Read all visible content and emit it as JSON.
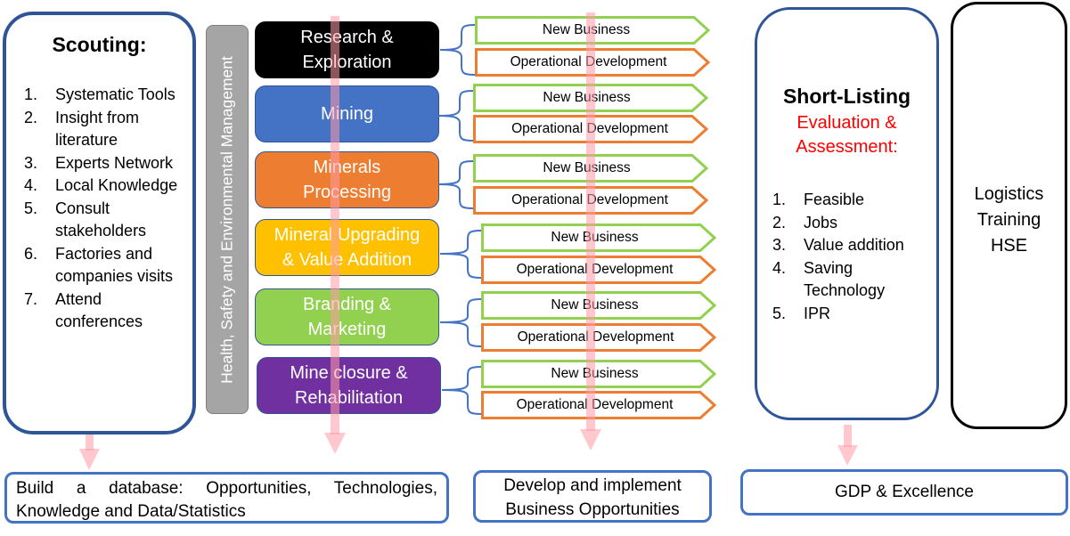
{
  "scouting": {
    "title": "Scouting:",
    "items": [
      {
        "num": "1.",
        "text": "Systematic Tools"
      },
      {
        "num": "2.",
        "text": "Insight from literature"
      },
      {
        "num": "3.",
        "text": "Experts Network"
      },
      {
        "num": "4.",
        "text": "Local Knowledge"
      },
      {
        "num": "5.",
        "text": "Consult stakeholders"
      },
      {
        "num": "6.",
        "text": "Factories and companies visits"
      },
      {
        "num": "7.",
        "text": "Attend conferences"
      }
    ]
  },
  "hse_bar": {
    "label": "Health, Safety and Environmental Management",
    "color": "#a5a5a5"
  },
  "stages": [
    {
      "label_line1": "Research &",
      "label_line2": "Exploration",
      "color": "#000000",
      "text_color": "#ffffff"
    },
    {
      "label_line1": "Mining",
      "label_line2": "",
      "color": "#4472c4",
      "text_color": "#ffffff"
    },
    {
      "label_line1": "Minerals",
      "label_line2": "Processing",
      "color": "#ed7d31",
      "text_color": "#ffffff"
    },
    {
      "label_line1": "Mineral Upgrading",
      "label_line2": "& Value Addition",
      "color": "#ffc000",
      "text_color": "#ffffff"
    },
    {
      "label_line1": "Branding &",
      "label_line2": "Marketing",
      "color": "#92d050",
      "text_color": "#ffffff"
    },
    {
      "label_line1": "Mine closure &",
      "label_line2": "Rehabilitation",
      "color": "#7030a0",
      "text_color": "#ffffff"
    }
  ],
  "outcomes": {
    "new_business": "New Business",
    "operational_development": "Operational Development",
    "new_business_color": "#92d050",
    "operational_color": "#ed7d31"
  },
  "short_listing": {
    "title": "Short-Listing",
    "subtitle_line1": "Evaluation &",
    "subtitle_line2": "Assessment:",
    "subtitle_color": "#ff0000",
    "items": [
      {
        "num": "1.",
        "text": "Feasible"
      },
      {
        "num": "2.",
        "text": "Jobs"
      },
      {
        "num": "3.",
        "text": "Value addition"
      },
      {
        "num": "4.",
        "text": "Saving Technology"
      },
      {
        "num": "5.",
        "text": "IPR"
      }
    ]
  },
  "support_box": {
    "line1": "Logistics",
    "line2": "Training",
    "line3": "HSE"
  },
  "bottom": {
    "database_line1": "Build a database: Opportunities, Technologies,",
    "database_line2": "Knowledge and Data/Statistics",
    "develop_line1": "Develop and implement",
    "develop_line2": "Business Opportunities",
    "gdp": "GDP & Excellence"
  },
  "colors": {
    "box_border": "#2f5597",
    "bottom_border": "#4472c4",
    "arrow": "#ffc7ce",
    "brace": "#4472c4"
  }
}
